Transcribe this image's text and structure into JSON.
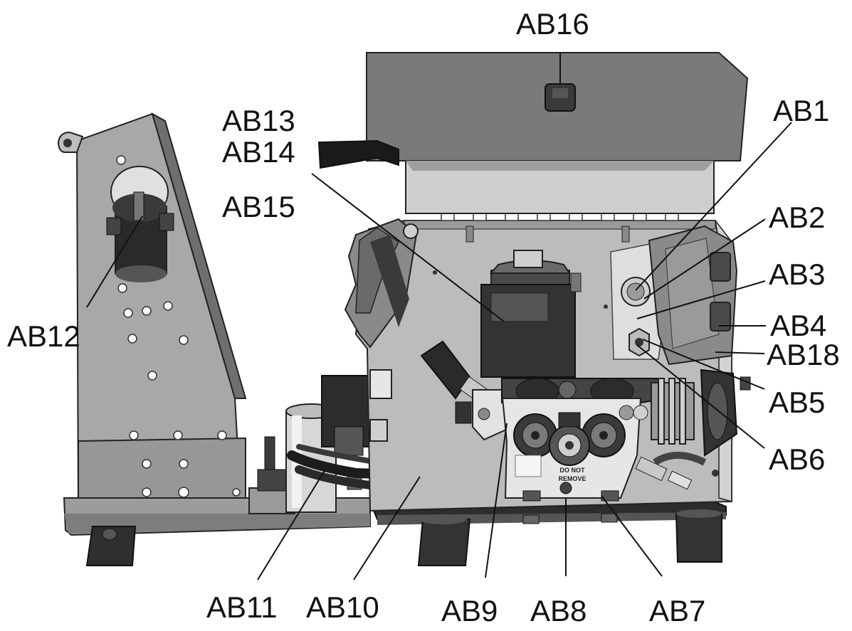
{
  "colors": {
    "background": "#ffffff",
    "metal_light": "#cfcfcf",
    "metal_mid": "#a9a9a9",
    "metal_dark": "#6e6e6e",
    "metal_darker": "#4a4a4a",
    "near_black": "#1c1c1c",
    "outline": "#222222",
    "leader": "#111111"
  },
  "labels": {
    "ab1": "AB1",
    "ab2": "AB2",
    "ab3": "AB3",
    "ab4": "AB4",
    "ab5": "AB5",
    "ab6": "AB6",
    "ab7": "AB7",
    "ab8": "AB8",
    "ab9": "AB9",
    "ab10": "AB10",
    "ab11": "AB11",
    "ab12": "AB12",
    "ab13": "AB13",
    "ab14": "AB14",
    "ab15": "AB15",
    "ab16": "AB16",
    "ab18": "AB18"
  },
  "decal": {
    "line1": "DO NOT",
    "line2": "REMOVE"
  }
}
